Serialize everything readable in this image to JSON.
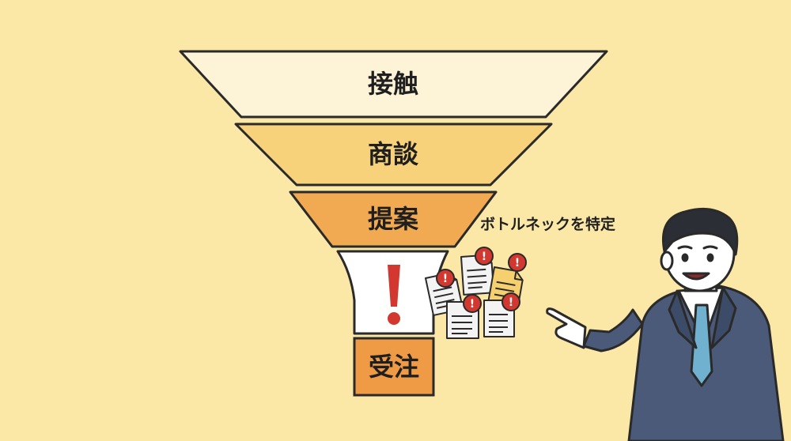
{
  "funnel": {
    "stages": [
      {
        "label": "接触",
        "color": "#fdf3d6"
      },
      {
        "label": "商談",
        "color": "#f8d27a"
      },
      {
        "label": "提案",
        "color": "#f2aa52"
      },
      {
        "label": "受注",
        "color": "#ef9a45"
      }
    ],
    "bottleneck_symbol": "!",
    "bottleneck_color": "#d2382f"
  },
  "annotation": {
    "text": "ボトルネックを特定"
  },
  "icons": {
    "document": "document-warning-icon",
    "presenter": "businessman-pointing"
  },
  "colors": {
    "background": "#fbe8a6",
    "outline": "#2a2a2a",
    "suit": "#4a5a78",
    "tie": "#6fb1cf"
  }
}
